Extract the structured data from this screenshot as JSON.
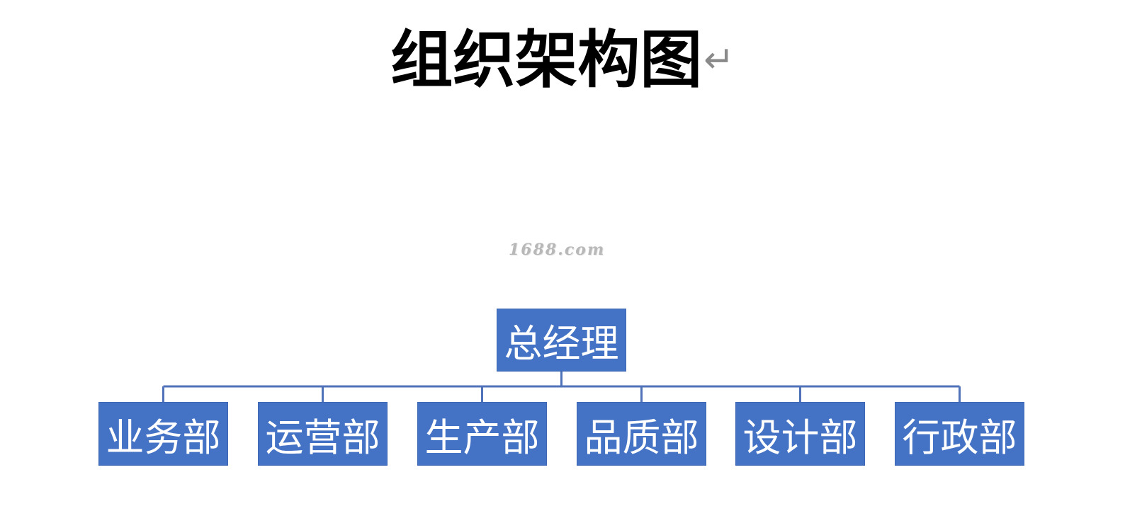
{
  "title": "组织架构图",
  "title_mark_icon": "paragraph-return-mark-icon",
  "watermark": "1688.com",
  "org_chart": {
    "root": {
      "label": "总经理"
    },
    "departments": [
      {
        "label": "业务部"
      },
      {
        "label": "运营部"
      },
      {
        "label": "生产部"
      },
      {
        "label": "品质部"
      },
      {
        "label": "设计部"
      },
      {
        "label": "行政部"
      }
    ],
    "colors": {
      "node_fill": "#4472c4",
      "node_text": "#ffffff",
      "connector": "#4f72b8"
    }
  }
}
